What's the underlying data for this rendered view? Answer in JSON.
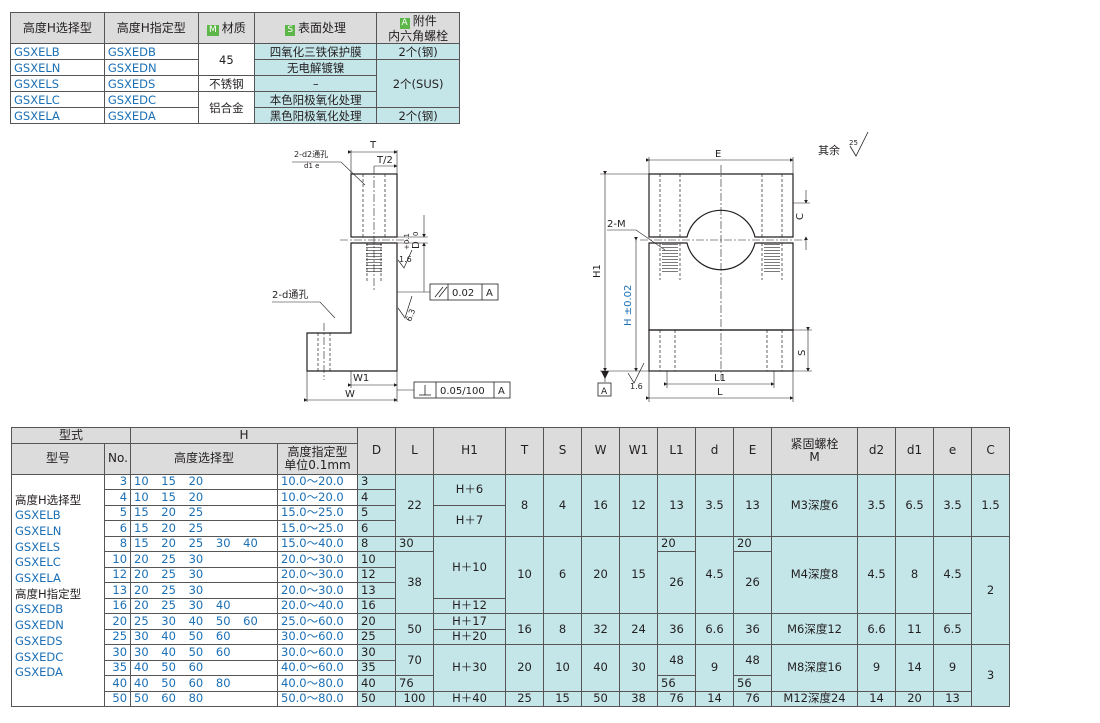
{
  "material_table": {
    "headers": {
      "h_select": "高度H选择型",
      "h_specify": "高度H指定型",
      "m_badge": "M",
      "material": "材质",
      "s_badge": "S",
      "surface": "表面处理",
      "a_badge": "A",
      "accessory_1": "附件",
      "accessory_2": "内六角螺栓"
    },
    "rows": [
      {
        "select": "GSXELB",
        "specify": "GSXEDB",
        "surface": "四氧化三铁保护膜"
      },
      {
        "select": "GSXELN",
        "specify": "GSXEDN",
        "surface": "无电解镀镍"
      },
      {
        "select": "GSXELS",
        "specify": "GSXEDS",
        "surface": "–"
      },
      {
        "select": "GSXELC",
        "specify": "GSXEDC",
        "surface": "本色阳极氧化处理"
      },
      {
        "select": "GSXELA",
        "specify": "GSXEDA",
        "surface": "黑色阳极氧化处理"
      }
    ],
    "material_45": "45",
    "material_sus": "不锈钢",
    "material_al": "铝合金",
    "acc_steel": "2个(钢)",
    "acc_sus": "2个(SUS)"
  },
  "drawing": {
    "label_2d2": "2-d2通孔",
    "label_counterbore": "d1  e",
    "T": "T",
    "T2": "T/2",
    "D_tol": "D",
    "D_sup": "+0.1",
    "D_sub": "0",
    "rough_16": "1.6",
    "label_2d": "2-d通孔",
    "flatness": "0.02",
    "datum_a": "A",
    "rough_63": "6.3",
    "W1": "W1",
    "W": "W",
    "perp": "0.05/100",
    "E": "E",
    "rest_label": "其余",
    "rest_val": "25",
    "label_2m": "2-M",
    "C": "C",
    "H1": "H1",
    "H_tol": "H ±0.02",
    "S": "S",
    "L1": "L1",
    "L": "L",
    "rough_16b": "1.6"
  },
  "spec_table": {
    "hdr_type": "型式",
    "hdr_model": "型号",
    "hdr_no": "No.",
    "hdr_H": "H",
    "hdr_hsel": "高度选择型",
    "hdr_hspec_1": "高度指定型",
    "hdr_hspec_2": "单位0.1mm",
    "cols": [
      "D",
      "L",
      "H1",
      "T",
      "S",
      "W",
      "W1",
      "L1",
      "d",
      "E",
      "紧固螺栓",
      "d2",
      "d1",
      "e",
      "C"
    ],
    "col_M": "M",
    "type_labels": [
      "高度H选择型",
      "GSXELB",
      "GSXELN",
      "GSXELS",
      "GSXELC",
      "GSXELA",
      "高度H指定型",
      "GSXEDB",
      "GSXEDN",
      "GSXEDS",
      "GSXEDC",
      "GSXEDA"
    ],
    "rows": [
      {
        "no": "3",
        "sel": "10 15 20",
        "rng": "10.0～20.0",
        "D": "3"
      },
      {
        "no": "4",
        "sel": "10 15 20",
        "rng": "10.0～20.0",
        "D": "4"
      },
      {
        "no": "5",
        "sel": "15 20 25",
        "rng": "15.0～25.0",
        "D": "5"
      },
      {
        "no": "6",
        "sel": "15 20 25",
        "rng": "15.0～25.0",
        "D": "6"
      },
      {
        "no": "8",
        "sel": "15 20 25 30 40",
        "rng": "15.0～40.0",
        "D": "8"
      },
      {
        "no": "10",
        "sel": "20 25 30",
        "rng": "20.0～30.0",
        "D": "10"
      },
      {
        "no": "12",
        "sel": "20 25 30",
        "rng": "20.0～30.0",
        "D": "12"
      },
      {
        "no": "13",
        "sel": "20 25 30",
        "rng": "20.0～30.0",
        "D": "13"
      },
      {
        "no": "16",
        "sel": "20 25 30 40",
        "rng": "20.0～40.0",
        "D": "16"
      },
      {
        "no": "20",
        "sel": "25 30 40 50 60",
        "rng": "25.0～60.0",
        "D": "20"
      },
      {
        "no": "25",
        "sel": "30 40 50 60",
        "rng": "30.0～60.0",
        "D": "25"
      },
      {
        "no": "30",
        "sel": "30 40 50 60",
        "rng": "30.0～60.0",
        "D": "30"
      },
      {
        "no": "35",
        "sel": "40 50 60",
        "rng": "40.0～60.0",
        "D": "35"
      },
      {
        "no": "40",
        "sel": "40 50 60 80",
        "rng": "40.0～80.0",
        "D": "40"
      },
      {
        "no": "50",
        "sel": "50 60 80",
        "rng": "50.0～80.0",
        "D": "50"
      }
    ],
    "groups": {
      "g1": {
        "L": "22",
        "H1a": "H＋6",
        "H1b": "H＋7",
        "T": "8",
        "S": "4",
        "W": "16",
        "W1": "12",
        "L1": "13",
        "d": "3.5",
        "E": "13",
        "M": "M3深度6",
        "d2": "3.5",
        "d1": "6.5",
        "e": "3.5",
        "C": "1.5"
      },
      "g2": {
        "L8": "30",
        "L1_8": "20",
        "E8": "20",
        "L": "38",
        "H1a": "H＋10",
        "H1b": "H＋12",
        "T": "10",
        "S": "6",
        "W": "20",
        "W1": "15",
        "L1": "26",
        "d": "4.5",
        "E": "26",
        "M": "M4深度8",
        "d2": "4.5",
        "d1": "8",
        "e": "4.5",
        "C": "2"
      },
      "g3": {
        "L": "50",
        "H1a": "H＋17",
        "H1b": "H＋20",
        "T": "16",
        "S": "8",
        "W": "32",
        "W1": "24",
        "L1": "36",
        "d": "6.6",
        "E": "36",
        "M": "M6深度12",
        "d2": "6.6",
        "d1": "11",
        "e": "6.5"
      },
      "g4": {
        "L": "70",
        "L40": "76",
        "H1": "H＋30",
        "T": "20",
        "S": "10",
        "W": "40",
        "W1": "30",
        "L1": "48",
        "L1_40": "56",
        "d": "9",
        "E": "48",
        "E40": "56",
        "M": "M8深度16",
        "d2": "9",
        "d1": "14",
        "e": "9",
        "C": "3"
      },
      "g5": {
        "L": "100",
        "H1": "H＋40",
        "T": "25",
        "S": "15",
        "W": "50",
        "W1": "38",
        "L1": "76",
        "d": "14",
        "E": "76",
        "M": "M12深度24",
        "d2": "14",
        "d1": "20",
        "e": "13"
      }
    }
  }
}
